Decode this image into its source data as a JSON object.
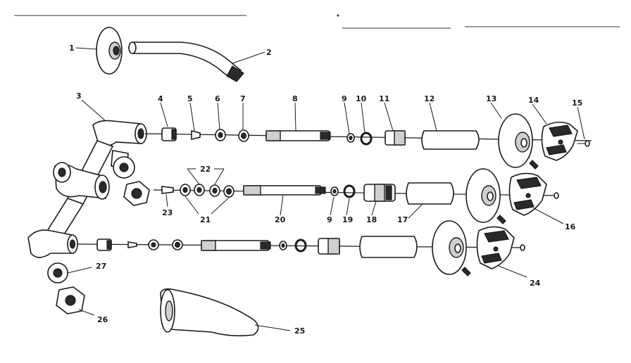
{
  "parts": [
    {
      "id": "p1",
      "number": "1"
    },
    {
      "id": "p2",
      "number": "2"
    },
    {
      "id": "p3",
      "number": "3"
    },
    {
      "id": "p4",
      "number": "4"
    },
    {
      "id": "p5",
      "number": "5"
    },
    {
      "id": "p6",
      "number": "6"
    },
    {
      "id": "p7",
      "number": "7"
    },
    {
      "id": "p8",
      "number": "8"
    },
    {
      "id": "p9a",
      "number": "9"
    },
    {
      "id": "p10",
      "number": "10"
    },
    {
      "id": "p11",
      "number": "11"
    },
    {
      "id": "p12",
      "number": "12"
    },
    {
      "id": "p13",
      "number": "13"
    },
    {
      "id": "p14",
      "number": "14"
    },
    {
      "id": "p15",
      "number": "15"
    },
    {
      "id": "p16",
      "number": "16"
    },
    {
      "id": "p17",
      "number": "17"
    },
    {
      "id": "p18",
      "number": "18"
    },
    {
      "id": "p19",
      "number": "19"
    },
    {
      "id": "p20",
      "number": "20"
    },
    {
      "id": "p21",
      "number": "21"
    },
    {
      "id": "p22",
      "number": "22"
    },
    {
      "id": "p23",
      "number": "23"
    },
    {
      "id": "p9b",
      "number": "9"
    },
    {
      "id": "p24",
      "number": "24"
    },
    {
      "id": "p25",
      "number": "25"
    },
    {
      "id": "p26",
      "number": "26"
    },
    {
      "id": "p27",
      "number": "27"
    }
  ]
}
